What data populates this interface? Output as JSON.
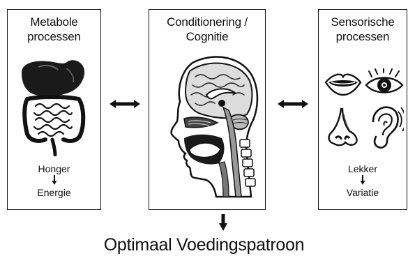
{
  "boxes": {
    "metabolic": {
      "title_line1": "Metabole",
      "title_line2": "processen",
      "bottom_top": "Honger",
      "bottom_bottom": "Energie"
    },
    "cognition": {
      "title_line1": "Conditionering /",
      "title_line2": "Cognitie"
    },
    "sensory": {
      "title_line1": "Sensorische",
      "title_line2": "processen",
      "bottom_top": "Lekker",
      "bottom_bottom": "Variatie"
    }
  },
  "result_label": "Optimaal Voedingspatroon",
  "icons": {
    "metabolic": "stomach-intestines-icon",
    "cognition": "head-brain-cross-section-icon",
    "sensory": [
      "mouth-icon",
      "eye-icon",
      "nose-icon",
      "ear-icon"
    ],
    "connectors": [
      "double-arrow-icon",
      "double-arrow-icon",
      "down-arrow-icon"
    ]
  },
  "colors": {
    "ink": "#111111",
    "background": "#ffffff"
  }
}
